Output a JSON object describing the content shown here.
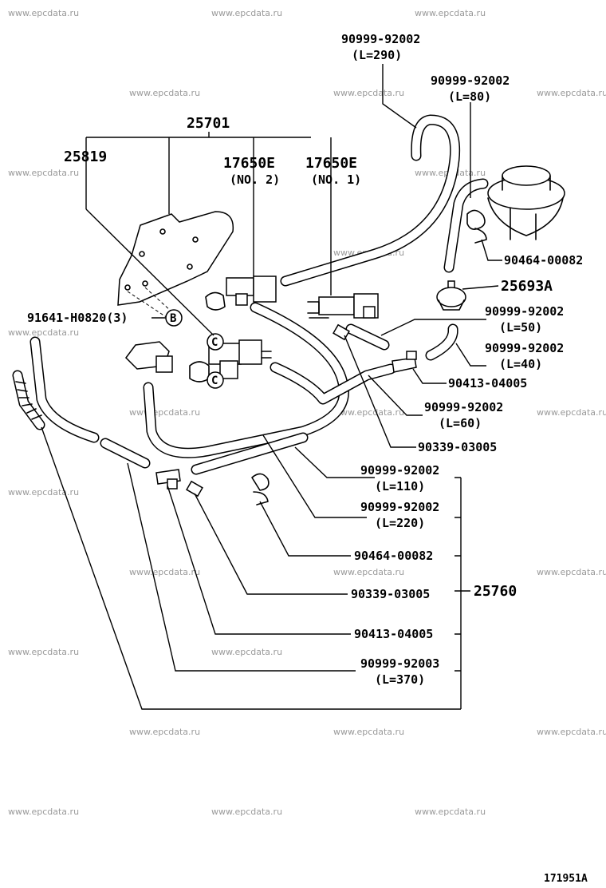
{
  "watermark": "www.epcdata.ru",
  "figure_id": "171951A",
  "labels": {
    "l_92002_290": "90999-92002",
    "l_92002_290_len": "(L=290)",
    "l_92002_80": "90999-92002",
    "l_92002_80_len": "(L=80)",
    "l_25701": "25701",
    "l_25819": "25819",
    "l_17650e_2": "17650E",
    "l_17650e_2_sub": "(NO. 2)",
    "l_17650e_1": "17650E",
    "l_17650e_1_sub": "(NO. 1)",
    "l_90464_top": "90464-00082",
    "l_25693a": "25693A",
    "l_91641": "91641-H0820(3)",
    "l_b_marker": "B",
    "l_c_marker": "C",
    "l_92002_50": "90999-92002",
    "l_92002_50_len": "(L=50)",
    "l_92002_40": "90999-92002",
    "l_92002_40_len": "(L=40)",
    "l_90413_top": "90413-04005",
    "l_92002_60": "90999-92002",
    "l_92002_60_len": "(L=60)",
    "l_90339_top": "90339-03005",
    "l_92002_110": "90999-92002",
    "l_92002_110_len": "(L=110)",
    "l_92002_220": "90999-92002",
    "l_92002_220_len": "(L=220)",
    "l_90464_bot": "90464-00082",
    "l_90339_bot": "90339-03005",
    "l_25760": "25760",
    "l_90413_bot": "90413-04005",
    "l_92003_370": "90999-92003",
    "l_92003_370_len": "(L=370)"
  }
}
